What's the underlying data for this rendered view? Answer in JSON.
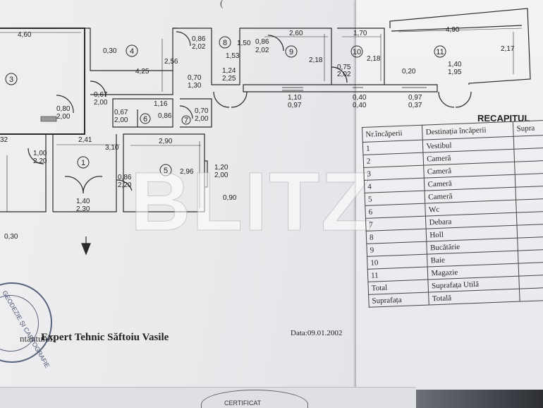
{
  "top_note": "(",
  "rooms": [
    {
      "id": "1",
      "dims": [
        "3,10"
      ]
    },
    {
      "id": "2",
      "dims": []
    },
    {
      "id": "3",
      "dims": [
        "4,60",
        "0,30"
      ]
    },
    {
      "id": "4",
      "dims": [
        "4,25",
        "2,56",
        "0,30"
      ]
    },
    {
      "id": "5",
      "dims": [
        "2,90",
        "2,96",
        "0,90"
      ]
    },
    {
      "id": "6",
      "dims": [
        "1,16",
        "0,86"
      ]
    },
    {
      "id": "7",
      "dims": [
        "0,70",
        "2,00"
      ]
    },
    {
      "id": "8",
      "dims": [
        "1,50",
        "1,53",
        "0,86",
        "2,02"
      ]
    },
    {
      "id": "9",
      "dims": [
        "2,60",
        "2,18"
      ]
    },
    {
      "id": "10",
      "dims": [
        "1,70",
        "2,18"
      ]
    },
    {
      "id": "11",
      "dims": [
        "4,90",
        "2,17"
      ]
    }
  ],
  "plan_labels": {
    "d_086_202": [
      "0,86",
      "2,02"
    ],
    "d_067_200_a": [
      "0,67",
      "2,00"
    ],
    "d_080_200": [
      "0,80",
      "2,00"
    ],
    "d_067_200_b": [
      "0,67",
      "2,00"
    ],
    "d_100_220": [
      "1,00",
      "2,20"
    ],
    "d_086_220": [
      "0,86",
      "2,20"
    ],
    "d_140_230": [
      "1,40",
      "2,30"
    ],
    "d_120_200": [
      "1,20",
      "2,00"
    ],
    "d_070_130": [
      "0,70",
      "1,30"
    ],
    "d_124_225": [
      "1,24",
      "2,25"
    ],
    "d_075_202": [
      "0,75",
      "2,02"
    ],
    "d_110_097": [
      "1,10",
      "0,97"
    ],
    "d_040_040": [
      "0,40",
      "0,40"
    ],
    "d_097_037": [
      "0,97",
      "0,37"
    ],
    "d_140_195": [
      "1,40",
      "1,95"
    ],
    "w241": "2,41",
    "w020": "0,20",
    "w032": "32",
    "w030b": "0,30"
  },
  "watermark": "BLITZ",
  "recap_title": "RECAPITUL",
  "table": {
    "headers": [
      "Nr.încăperii",
      "Destinația încăperii",
      "Supra"
    ],
    "rows": [
      [
        "1",
        "Vestibul"
      ],
      [
        "2",
        "Cameră"
      ],
      [
        "3",
        "Cameră"
      ],
      [
        "4",
        "Cameră"
      ],
      [
        "5",
        "Cameră"
      ],
      [
        "6",
        "Wc"
      ],
      [
        "7",
        "Debara"
      ],
      [
        "8",
        "Holl"
      ],
      [
        "9",
        "Bucătărie"
      ],
      [
        "10",
        "Baie"
      ],
      [
        "11",
        "Magazie"
      ]
    ],
    "total_row": [
      "Total",
      "Suprafața Utilă"
    ],
    "final_row": [
      "Suprafața",
      "Totală"
    ]
  },
  "footer": {
    "prefix": "ntantului:",
    "expert": "Expert Tehnic Săftoiu Vasile",
    "date": "Data:09.01.2002"
  },
  "stamp_text": "GEODEZIE ȘI CARTOGRAFIE",
  "cert_text": "CERTIFICAT"
}
